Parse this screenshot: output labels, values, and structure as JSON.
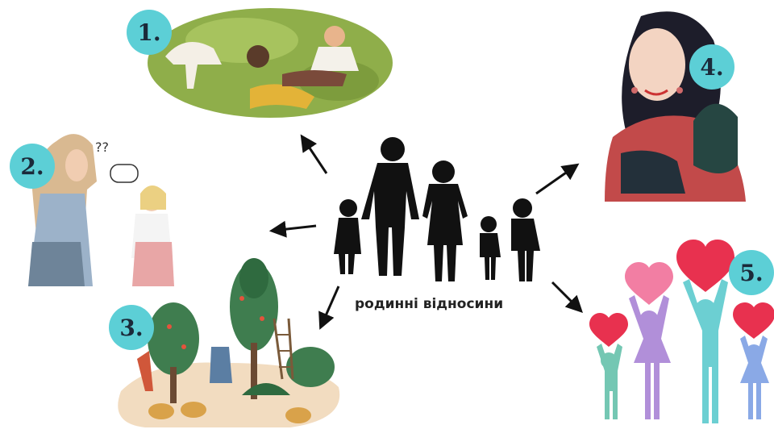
{
  "center": {
    "label": "родинні відносини"
  },
  "illustrations": [
    {
      "badge": "1.",
      "icon": "picnic-family-icon"
    },
    {
      "badge": "2.",
      "icon": "mother-daughter-talk-icon"
    },
    {
      "badge": "3.",
      "icon": "garden-work-icon"
    },
    {
      "badge": "4.",
      "icon": "mother-with-baby-icon"
    },
    {
      "badge": "5.",
      "icon": "family-hearts-icon"
    }
  ],
  "colors": {
    "badge": "#5ccfd6",
    "silhouette": "#111111",
    "arrow": "#111111",
    "heart_red": "#e8314f",
    "heart_pink": "#f27ea3"
  }
}
